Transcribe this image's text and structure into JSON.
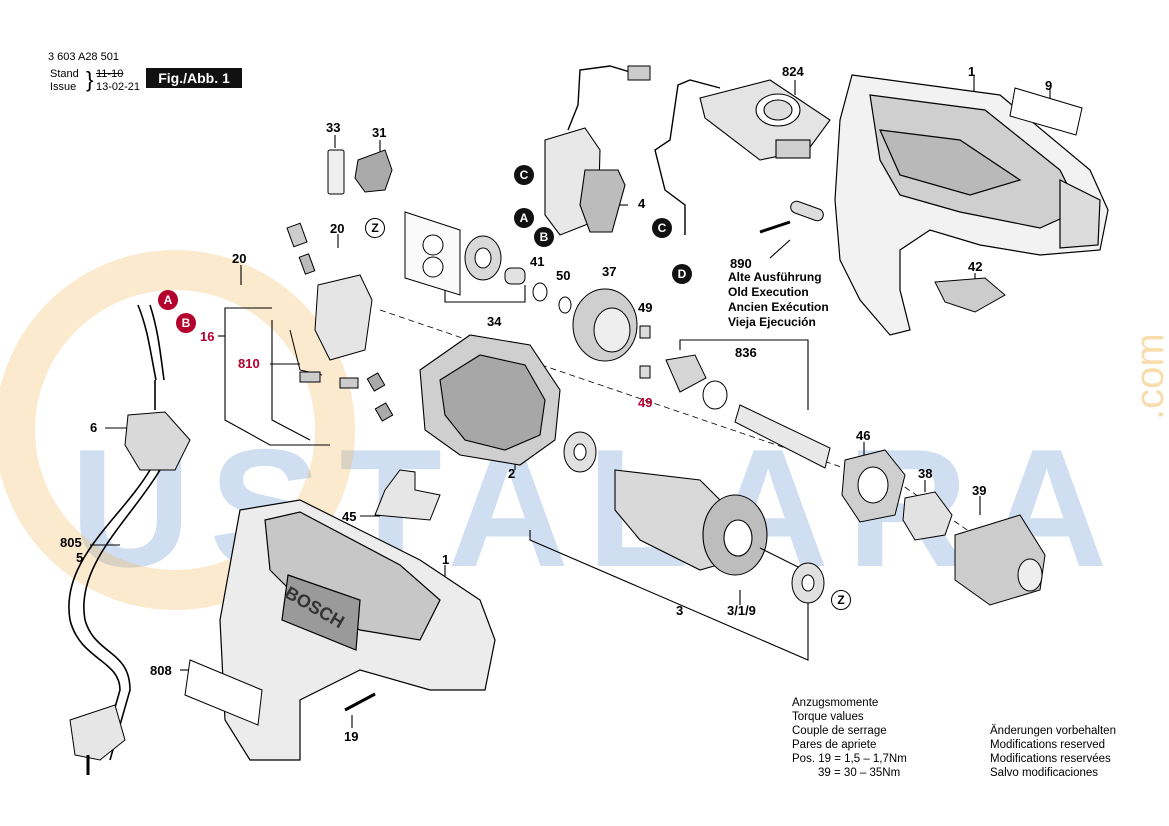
{
  "header": {
    "doc_number": "3 603 A28 501",
    "stand_label": "Stand",
    "issue_label": "Issue",
    "stand_value": "11-10",
    "issue_value": "13-02-21",
    "fig_label": "Fig./Abb. 1"
  },
  "watermark": {
    "text": "USTALARA",
    "suffix": ".com"
  },
  "part_numbers": {
    "p824": "824",
    "p1a": "1",
    "p9": "9",
    "p33": "33",
    "p31": "31",
    "p4": "4",
    "p20a": "20",
    "p20b": "20",
    "p41": "41",
    "p50": "50",
    "p37": "37",
    "p34": "34",
    "p49a": "49",
    "p49b": "49",
    "p890": "890",
    "p42": "42",
    "p836": "836",
    "p16": "16",
    "p810": "810",
    "p6": "6",
    "p2": "2",
    "p46": "46",
    "p38": "38",
    "p39": "39",
    "p45": "45",
    "p1b": "1",
    "p805": "805",
    "p5": "5",
    "p3": "3",
    "p319": "3/1/9",
    "p808": "808",
    "p19": "19"
  },
  "callouts": {
    "A": "A",
    "B": "B",
    "C": "C",
    "D": "D",
    "Z": "Z"
  },
  "old_execution": {
    "de": "Alte Ausführung",
    "en": "Old Execution",
    "fr": "Ancien Exécution",
    "es": "Vieja Ejecución"
  },
  "torque": {
    "l1": "Anzugsmomente",
    "l2": "Torque values",
    "l3": "Couple de serrage",
    "l4": "Pares de apriete",
    "pos_label": "Pos.",
    "r1_pos": "19",
    "r1_val": "1,5  –  1,7Nm",
    "r2_pos": "39",
    "r2_val": "30  –  35Nm",
    "eq": "="
  },
  "changes": {
    "de": "Änderungen vorbehalten",
    "en": "Modifications reserved",
    "fr": "Modifications reservées",
    "es": "Salvo modificaciones"
  },
  "brand": {
    "text": "BOSCH"
  },
  "colors": {
    "callout_dark": "#111111",
    "callout_red": "#b3002d",
    "watermark_blue": "#aac4e6",
    "watermark_orange": "#f2b24a"
  }
}
